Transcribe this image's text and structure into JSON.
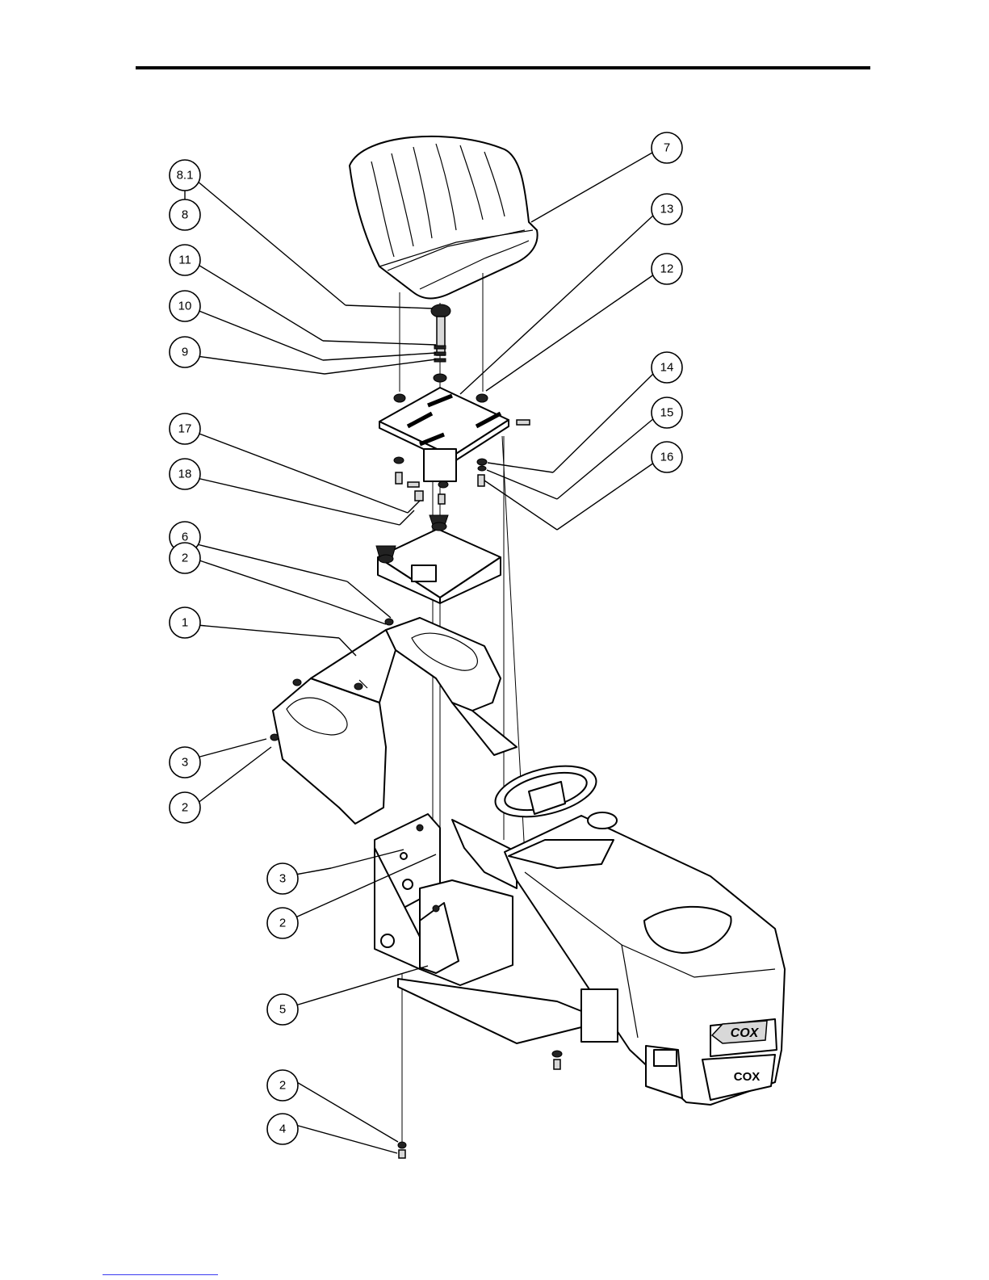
{
  "callouts": [
    {
      "id": "c-8-1",
      "label": "8.1"
    },
    {
      "id": "c-8",
      "label": "8"
    },
    {
      "id": "c-11",
      "label": "11"
    },
    {
      "id": "c-10",
      "label": "10"
    },
    {
      "id": "c-9",
      "label": "9"
    },
    {
      "id": "c-17",
      "label": "17"
    },
    {
      "id": "c-18",
      "label": "18"
    },
    {
      "id": "c-6",
      "label": "6"
    },
    {
      "id": "c-2a",
      "label": "2"
    },
    {
      "id": "c-1",
      "label": "1"
    },
    {
      "id": "c-3a",
      "label": "3"
    },
    {
      "id": "c-2b",
      "label": "2"
    },
    {
      "id": "c-3b",
      "label": "3"
    },
    {
      "id": "c-2c",
      "label": "2"
    },
    {
      "id": "c-5",
      "label": "5"
    },
    {
      "id": "c-2d",
      "label": "2"
    },
    {
      "id": "c-4",
      "label": "4"
    },
    {
      "id": "c-7",
      "label": "7"
    },
    {
      "id": "c-13",
      "label": "13"
    },
    {
      "id": "c-12",
      "label": "12"
    },
    {
      "id": "c-14",
      "label": "14"
    },
    {
      "id": "c-15",
      "label": "15"
    },
    {
      "id": "c-16",
      "label": "16"
    }
  ],
  "logos": {
    "hood_front": "COX",
    "grille": "COX"
  }
}
